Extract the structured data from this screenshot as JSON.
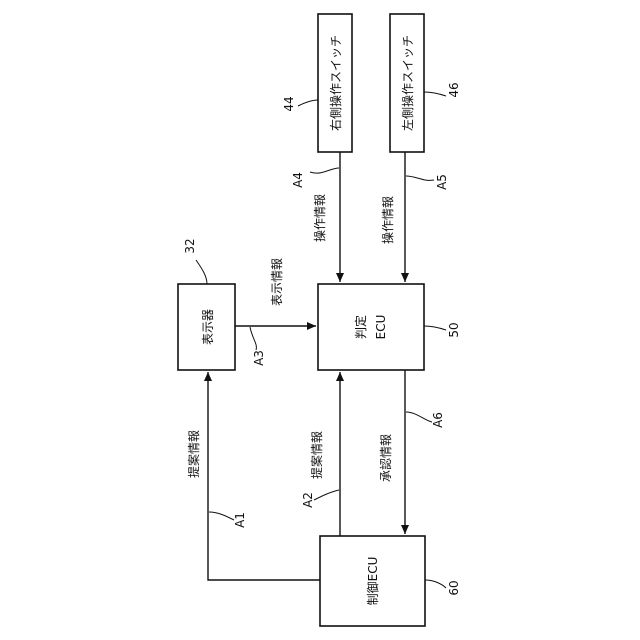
{
  "blocks": {
    "right_switch": "右側操作スイッチ",
    "left_switch": "左側操作スイッチ",
    "display": "表示器",
    "judge_ecu_line1": "判定",
    "judge_ecu_line2": "ECU",
    "control_ecu": "制御ECU"
  },
  "refs": {
    "right_switch": "44",
    "left_switch": "46",
    "display": "32",
    "judge_ecu": "50",
    "control_ecu": "60"
  },
  "arrows": {
    "a1": "A1",
    "a2": "A2",
    "a3": "A3",
    "a4": "A4",
    "a5": "A5",
    "a6": "A6"
  },
  "signals": {
    "proposal_1": "提案情報",
    "proposal_2": "提案情報",
    "display_info": "表示情報",
    "operation_1": "操作情報",
    "operation_2": "操作情報",
    "approval": "承認情報"
  }
}
